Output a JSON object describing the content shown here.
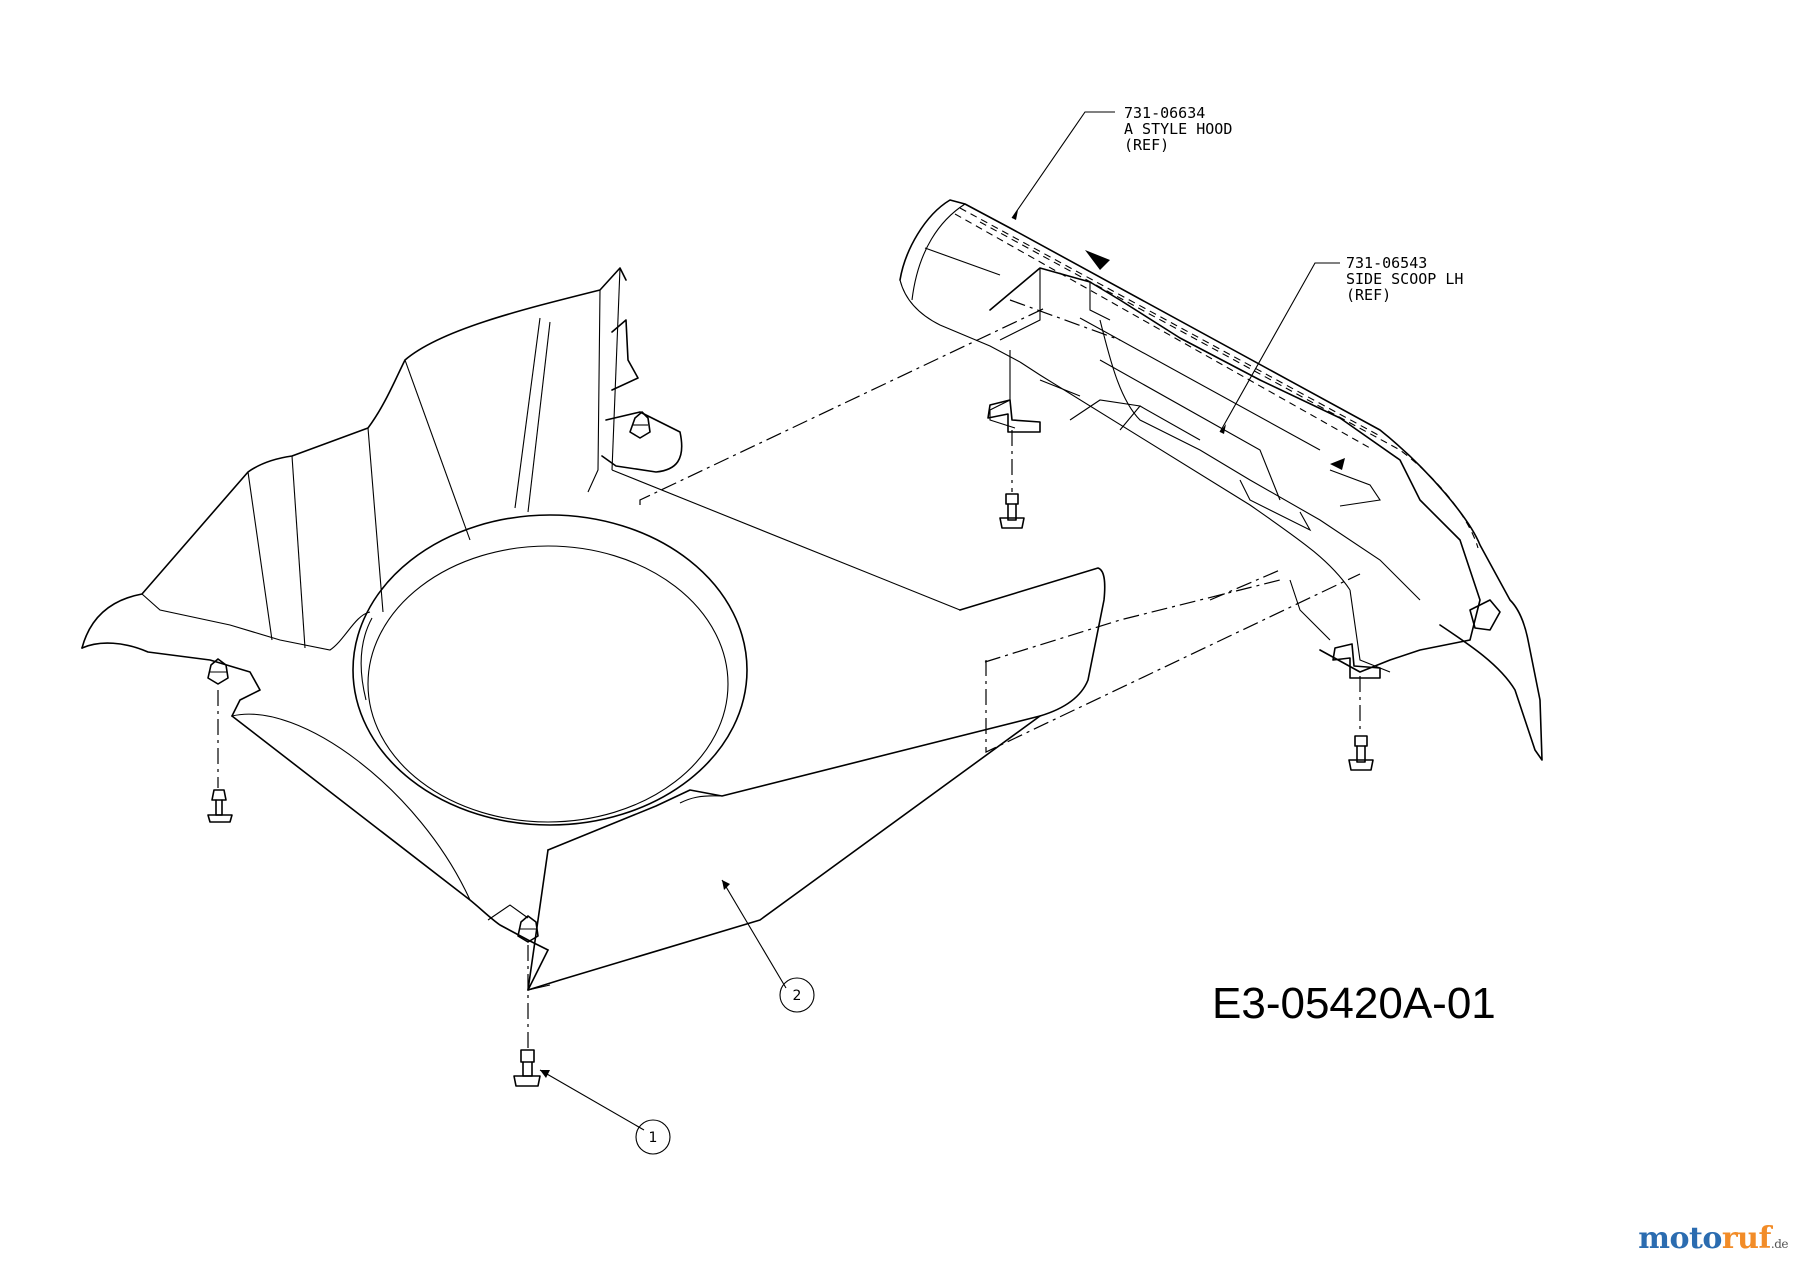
{
  "callouts": {
    "hood": {
      "part": "731-06634",
      "name": "A STYLE HOOD",
      "note": "(REF)"
    },
    "scoop": {
      "part": "731-06543",
      "name": "SIDE SCOOP LH",
      "note": "(REF)"
    }
  },
  "balloons": {
    "item1": "1",
    "item2": "2"
  },
  "diagram_code": "E3-05420A-01",
  "watermark": {
    "part1": "moto",
    "part2": "ruf",
    "tld": ".de"
  }
}
